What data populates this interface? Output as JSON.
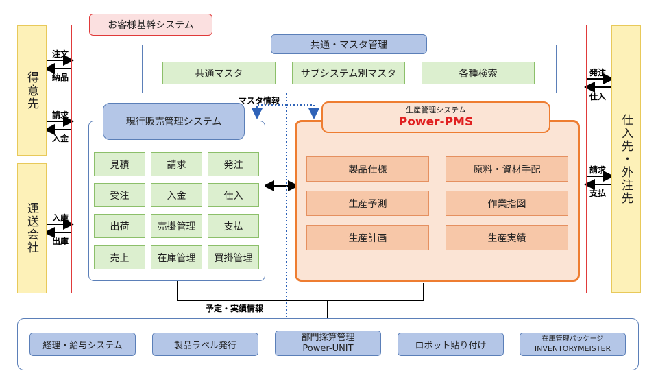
{
  "left": {
    "customer": "得意先",
    "transport": "運送会社",
    "arrows": {
      "order": "注文",
      "delivery": "納品",
      "billing": "請求",
      "payment_in": "入金",
      "stock_in": "入庫",
      "stock_out": "出庫"
    }
  },
  "right": {
    "supplier": "仕入先・外注先",
    "arrows": {
      "place_order": "発注",
      "purchase": "仕入",
      "billing": "請求",
      "payment_out": "支払"
    }
  },
  "core": {
    "title": "お客様基幹システム",
    "common": {
      "title": "共通・マスタ管理",
      "items": [
        "共通マスタ",
        "サブシステム別マスタ",
        "各種検索"
      ]
    },
    "master_info": "マスタ情報",
    "sales": {
      "title": "現行販売管理システム",
      "items": [
        "見積",
        "請求",
        "発注",
        "受注",
        "入金",
        "仕入",
        "出荷",
        "売掛管理",
        "支払",
        "売上",
        "在庫管理",
        "買掛管理"
      ]
    },
    "pms": {
      "subtitle": "生産管理システム",
      "title": "Power-PMS",
      "items": [
        "製品仕様",
        "原料・資材手配",
        "生産予測",
        "作業指図",
        "生産計画",
        "生産実績"
      ]
    }
  },
  "plan_actual": "予定・実績情報",
  "bottom": {
    "accounting": "経理・給与システム",
    "label": "製品ラベル発行",
    "unit_line1": "部門採算管理",
    "unit_line2": "Power-UNIT",
    "robot": "ロボット貼り付け",
    "inv_line1": "在庫管理パッケージ",
    "inv_line2": "INVENTORYMEISTER"
  },
  "colors": {
    "core_border": "#e03a3a",
    "pms_border": "#ee7d31",
    "pms_title": "#e02020",
    "arrow": "#000000",
    "dotted": "#2f63b8"
  }
}
